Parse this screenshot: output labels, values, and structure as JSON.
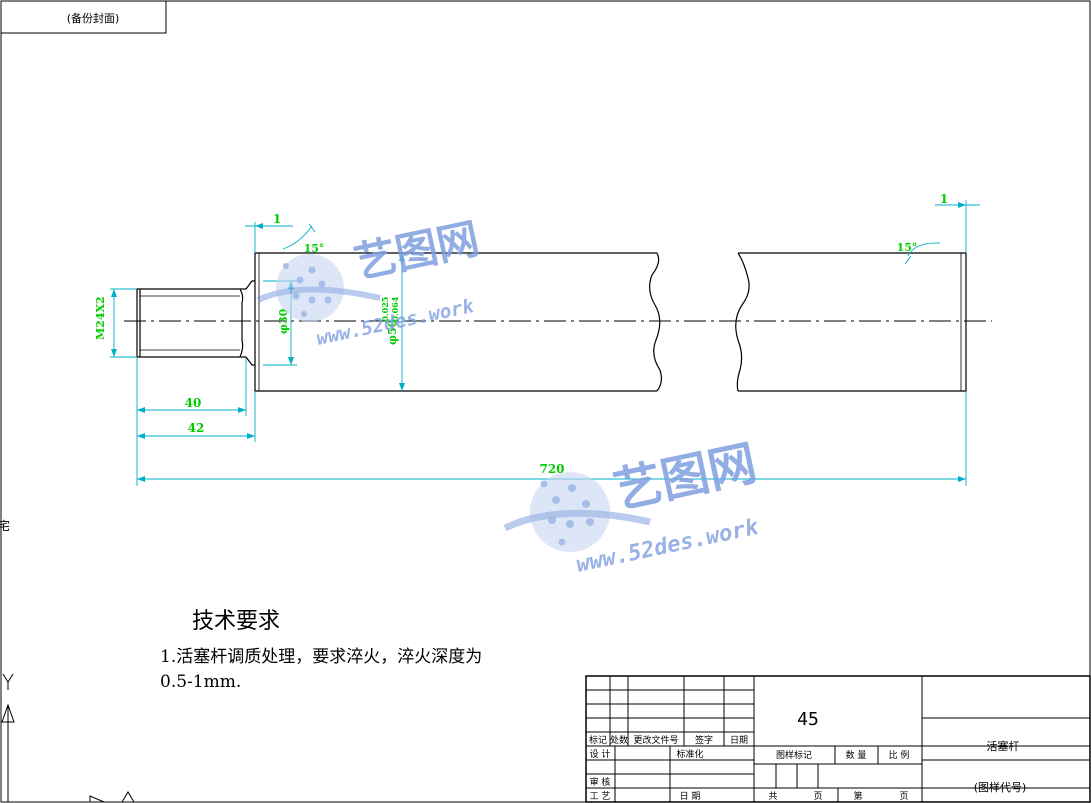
{
  "header_box": {
    "label": "(备份封面)"
  },
  "dimensions": {
    "chamfer_left": "1",
    "angle_left": "15°",
    "chamfer_right": "1",
    "angle_right": "15°",
    "thread": "M24X2",
    "dia_30": "φ30",
    "dia_50": "φ50",
    "tol_upper": "-0.025",
    "tol_lower": "-0.064",
    "len_40": "40",
    "len_42": "42",
    "len_720": "720"
  },
  "watermark": {
    "cn": "艺图网",
    "url": "www.52des.work"
  },
  "tech_notes": {
    "title": "技术要求",
    "line1": "1.活塞杆调质处理，要求淬火，淬火深度为",
    "line2": "0.5-1mm."
  },
  "title_block": {
    "material": "45",
    "part_name": "活塞杆",
    "drawing_code": "(图样代号)",
    "rev_headers": [
      "标记",
      "处数",
      "更改文件号",
      "签字",
      "日期"
    ],
    "design": "设 计",
    "standardize": "标准化",
    "review": "审 核",
    "process": "工 艺",
    "date": "日 期",
    "stage_mark": "图样标记",
    "quantity": "数 量",
    "scale": "比 例",
    "total": "共",
    "sheet_unit": "页",
    "sheet_no": "第",
    "sheet_unit2": "页"
  },
  "ucs_label": "Y",
  "edge_char": "宅",
  "colors": {
    "dimension": "#00cc00",
    "leader": "#00b0c8",
    "geometry": "#000000"
  }
}
